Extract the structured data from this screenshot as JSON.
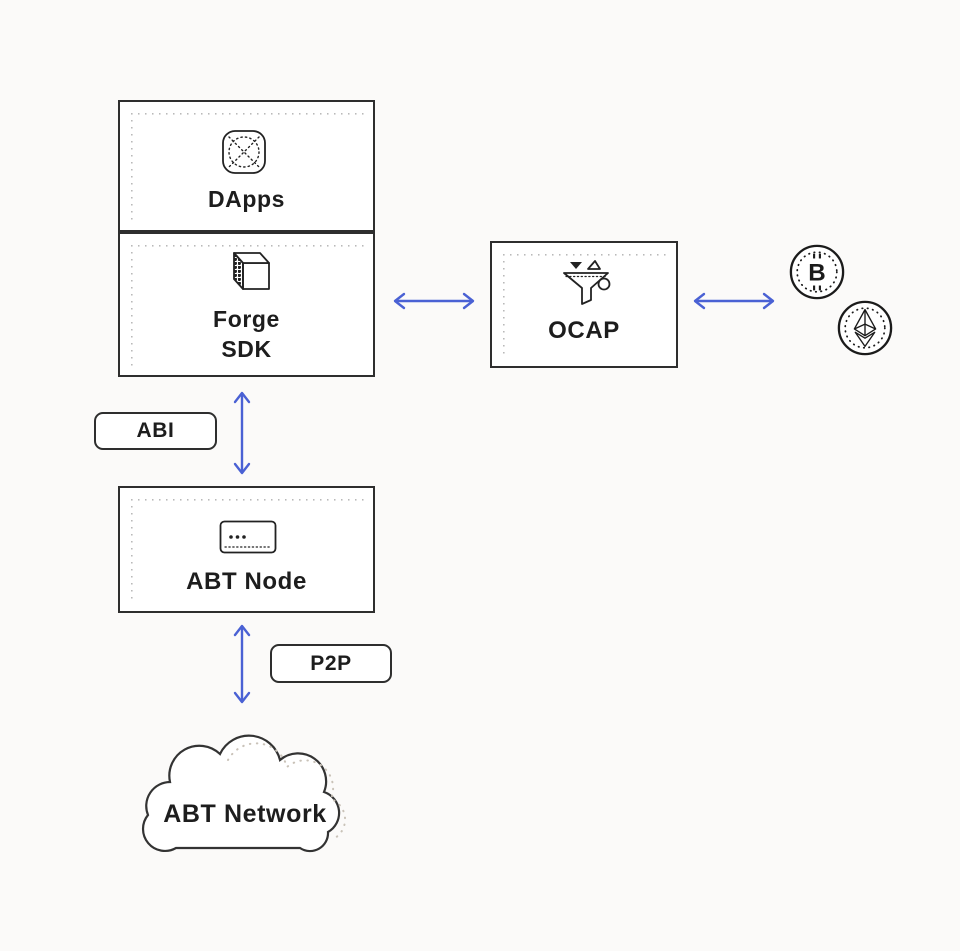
{
  "diagram": {
    "colors": {
      "background": "#fbfaf9",
      "box_border": "#2e2e2e",
      "arrow_blue": "#4a61d4",
      "dotted_gray": "#b9b9b9",
      "shadow_dots": "#c9c2b8",
      "text": "#1d1d1d"
    },
    "boxes": {
      "dapps": {
        "label": "DApps",
        "icon": "dapps-app-icon"
      },
      "forge_sdk": {
        "line1": "Forge",
        "line2": "SDK",
        "icon": "cube-icon"
      },
      "ocap": {
        "label": "OCAP",
        "icon": "funnel-icon"
      },
      "abt_node": {
        "label": "ABT Node",
        "icon": "node-card-icon"
      }
    },
    "cloud": {
      "label": "ABT Network"
    },
    "pills": {
      "abi": {
        "label": "ABI"
      },
      "p2p": {
        "label": "P2P"
      }
    },
    "coins": {
      "bitcoin": {
        "symbol": "B",
        "icon": "bitcoin-coin-icon"
      },
      "ethereum": {
        "icon": "ethereum-coin-icon"
      }
    }
  }
}
